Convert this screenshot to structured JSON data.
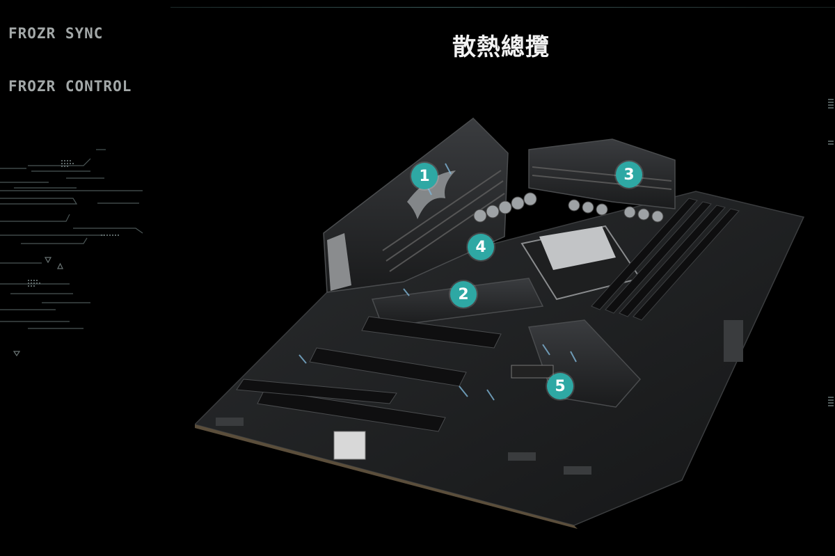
{
  "sidebar": {
    "items": [
      {
        "label": "FROZR SYNC"
      },
      {
        "label": "FROZR CONTROL"
      }
    ]
  },
  "main": {
    "title": "散熱總攬",
    "hotspots": [
      {
        "label": "1"
      },
      {
        "label": "2"
      },
      {
        "label": "3"
      },
      {
        "label": "4"
      },
      {
        "label": "5"
      }
    ]
  },
  "colors": {
    "background": "#000000",
    "nav_text": "#a3a8a8",
    "marker": "#2ea8a4",
    "accent_blue": "#7fb6d8"
  }
}
